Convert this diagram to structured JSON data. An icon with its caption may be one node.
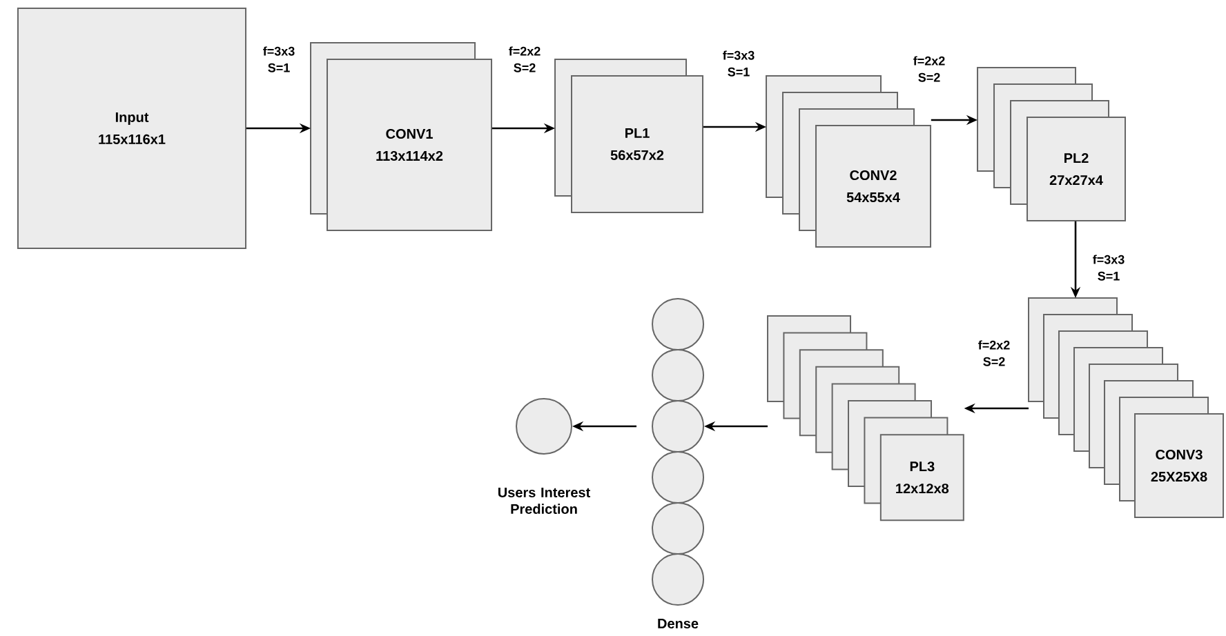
{
  "diagram": {
    "nodes": [
      {
        "text": [
          "Input",
          "115x116x1"
        ]
      },
      {
        "text": [
          "CONV1",
          "113x114x2"
        ]
      },
      {
        "text": [
          "PL1",
          "56x57x2"
        ]
      },
      {
        "text": [
          "CONV2",
          "54x55x4"
        ]
      },
      {
        "text": [
          "PL2",
          "27x27x4"
        ]
      },
      {
        "text": [
          "CONV3",
          "25X25X8"
        ]
      },
      {
        "text": [
          "PL3",
          "12x12x8"
        ]
      },
      {
        "text": [],
        "shape": "circle"
      },
      {
        "text": [],
        "shape": "circle"
      },
      {
        "text": [],
        "shape": "circle"
      },
      {
        "text": [],
        "shape": "circle"
      },
      {
        "text": [],
        "shape": "circle"
      },
      {
        "text": [],
        "shape": "circle"
      },
      {
        "text": [],
        "shape": "circle",
        "beside": [
          "Users Interest Prediction"
        ]
      }
    ],
    "edges": [
      {
        "from": 0,
        "to": 1,
        "arrow": "to",
        "label": "f=3x3 S=1"
      },
      {
        "from": 1,
        "to": 2,
        "arrow": "to",
        "label": "f=2x2 S=2"
      },
      {
        "from": 2,
        "to": 3,
        "arrow": "to",
        "label": "f=3x3 S=1"
      },
      {
        "from": 3,
        "to": 4,
        "arrow": "to",
        "label": "f=2x2 S=2"
      },
      {
        "from": 4,
        "to": 5,
        "arrow": "to",
        "label": "f=3x3 S=1"
      },
      {
        "from": 5,
        "to": 6,
        "arrow": "to",
        "label": "f=2x2 S=2"
      },
      {
        "from": 6,
        "to": 9,
        "arrow": "to"
      },
      {
        "from": 9,
        "to": 13,
        "arrow": "to"
      }
    ],
    "labels": [
      "Dense"
    ]
  }
}
